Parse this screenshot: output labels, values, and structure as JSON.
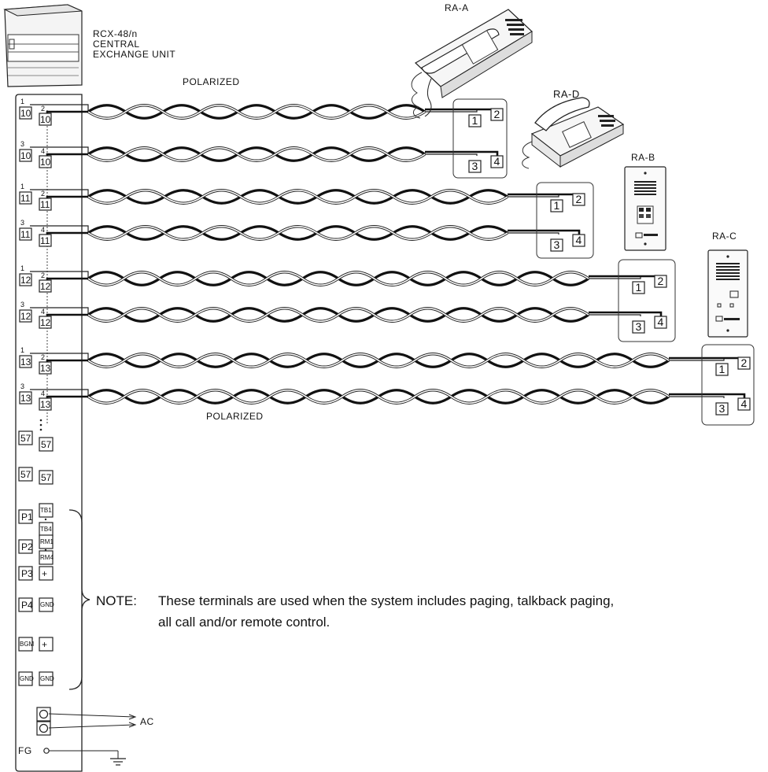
{
  "unit": {
    "model": "RCX-48/n",
    "line1": "CENTRAL",
    "line2": "EXCHANGE UNIT"
  },
  "labels": {
    "polarized_top": "POLARIZED",
    "polarized_bottom": "POLARIZED",
    "ac": "AC",
    "fg": "FG"
  },
  "stations": [
    {
      "name": "RA-A"
    },
    {
      "name": "RA-D"
    },
    {
      "name": "RA-B"
    },
    {
      "name": "RA-C"
    }
  ],
  "line_pairs": [
    {
      "pin_a": "1",
      "pin_b": "2",
      "terminal": "10"
    },
    {
      "pin_a": "3",
      "pin_b": "4",
      "terminal": "10"
    },
    {
      "pin_a": "1",
      "pin_b": "2",
      "terminal": "11"
    },
    {
      "pin_a": "3",
      "pin_b": "4",
      "terminal": "11"
    },
    {
      "pin_a": "1",
      "pin_b": "2",
      "terminal": "12"
    },
    {
      "pin_a": "3",
      "pin_b": "4",
      "terminal": "12"
    },
    {
      "pin_a": "1",
      "pin_b": "2",
      "terminal": "13"
    },
    {
      "pin_a": "3",
      "pin_b": "4",
      "terminal": "13"
    }
  ],
  "remote_terminals": [
    "1",
    "2",
    "3",
    "4"
  ],
  "extra_terminals": [
    [
      "57",
      "57"
    ],
    [
      "57",
      "57"
    ]
  ],
  "paging_terminals": [
    [
      "P1",
      "TB1"
    ],
    [
      "",
      "TB4"
    ],
    [
      "P2",
      "RM1"
    ],
    [
      "",
      "RM4"
    ],
    [
      "P3",
      "+"
    ],
    [
      "P4",
      "GND"
    ],
    [
      "BGM",
      "+"
    ],
    [
      "GND",
      "GND"
    ]
  ],
  "note": {
    "prefix": "NOTE:",
    "line1": "These terminals are used when the system includes paging, talkback paging,",
    "line2": "all call and/or remote control."
  }
}
